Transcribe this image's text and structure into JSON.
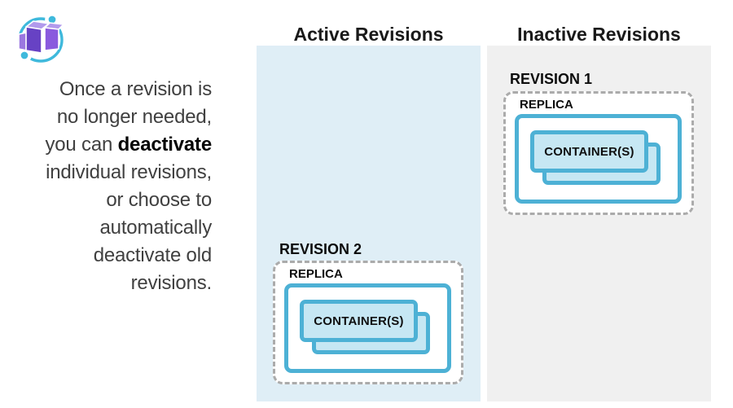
{
  "icons": {
    "logo": "azure-container-apps-icon"
  },
  "intro": {
    "line1": "Once a revision is",
    "line2": "no longer needed,",
    "line3_prefix": "you can ",
    "line3_bold": "deactivate",
    "line4": "individual revisions,",
    "line5": "or choose to",
    "line6": "automatically",
    "line7": "deactivate old",
    "line8": "revisions."
  },
  "columns": {
    "active": {
      "header": "Active Revisions",
      "revision": {
        "label": "REVISION 2",
        "replica_label": "REPLICA",
        "container_label": "CONTAINER(S)"
      }
    },
    "inactive": {
      "header": "Inactive Revisions",
      "revision": {
        "label": "REVISION 1",
        "replica_label": "REPLICA",
        "container_label": "CONTAINER(S)"
      }
    }
  },
  "colors": {
    "active_panel": "#dfeef6",
    "inactive_panel": "#f0f0f0",
    "cyan_border": "#4db1d5",
    "container_fill": "#c6e7f3",
    "dash_gray": "#ababab",
    "logo_cyan": "#3fb9dc",
    "logo_purple_dark": "#6742c4",
    "logo_purple_mid": "#8a5ade",
    "logo_purple_flap": "#9b77e0",
    "logo_purple_light": "#b29aec"
  }
}
